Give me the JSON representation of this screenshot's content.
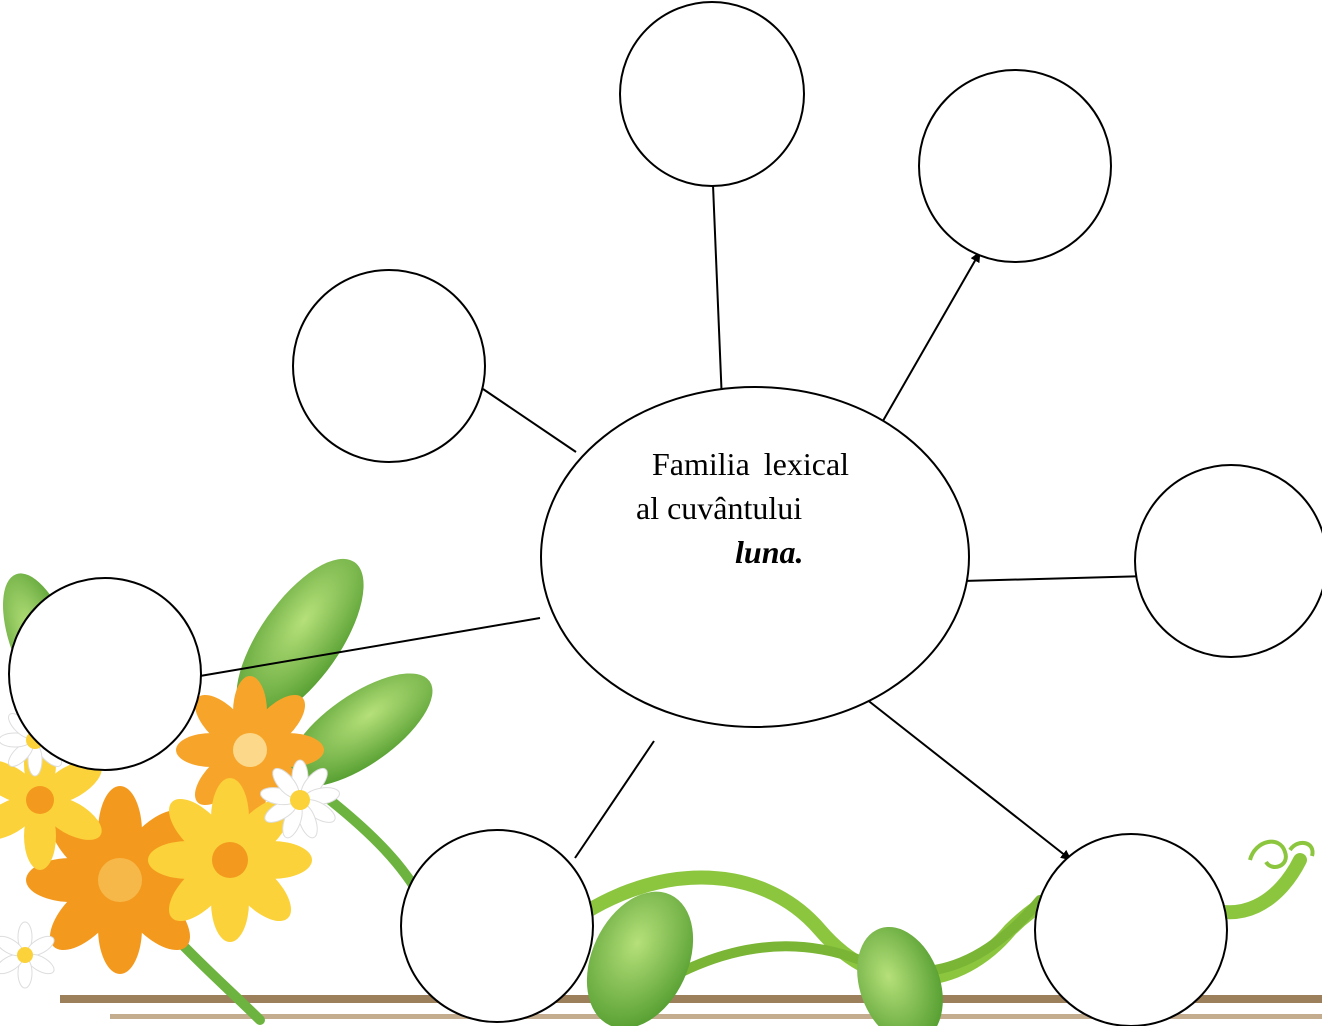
{
  "diagram": {
    "center": {
      "line1": "Familia  lexical",
      "line2": "al cuvântului",
      "keyword": "luna."
    },
    "colors": {
      "stroke": "#000000",
      "petal_orange": "#f39a1e",
      "petal_yellow": "#fbd23a",
      "petal_white": "#ffffff",
      "flower_center": "#f7b84a",
      "leaf_green": "#6cb33f",
      "vine_green": "#8cc63f",
      "border_brown": "#8b6a3e"
    }
  }
}
